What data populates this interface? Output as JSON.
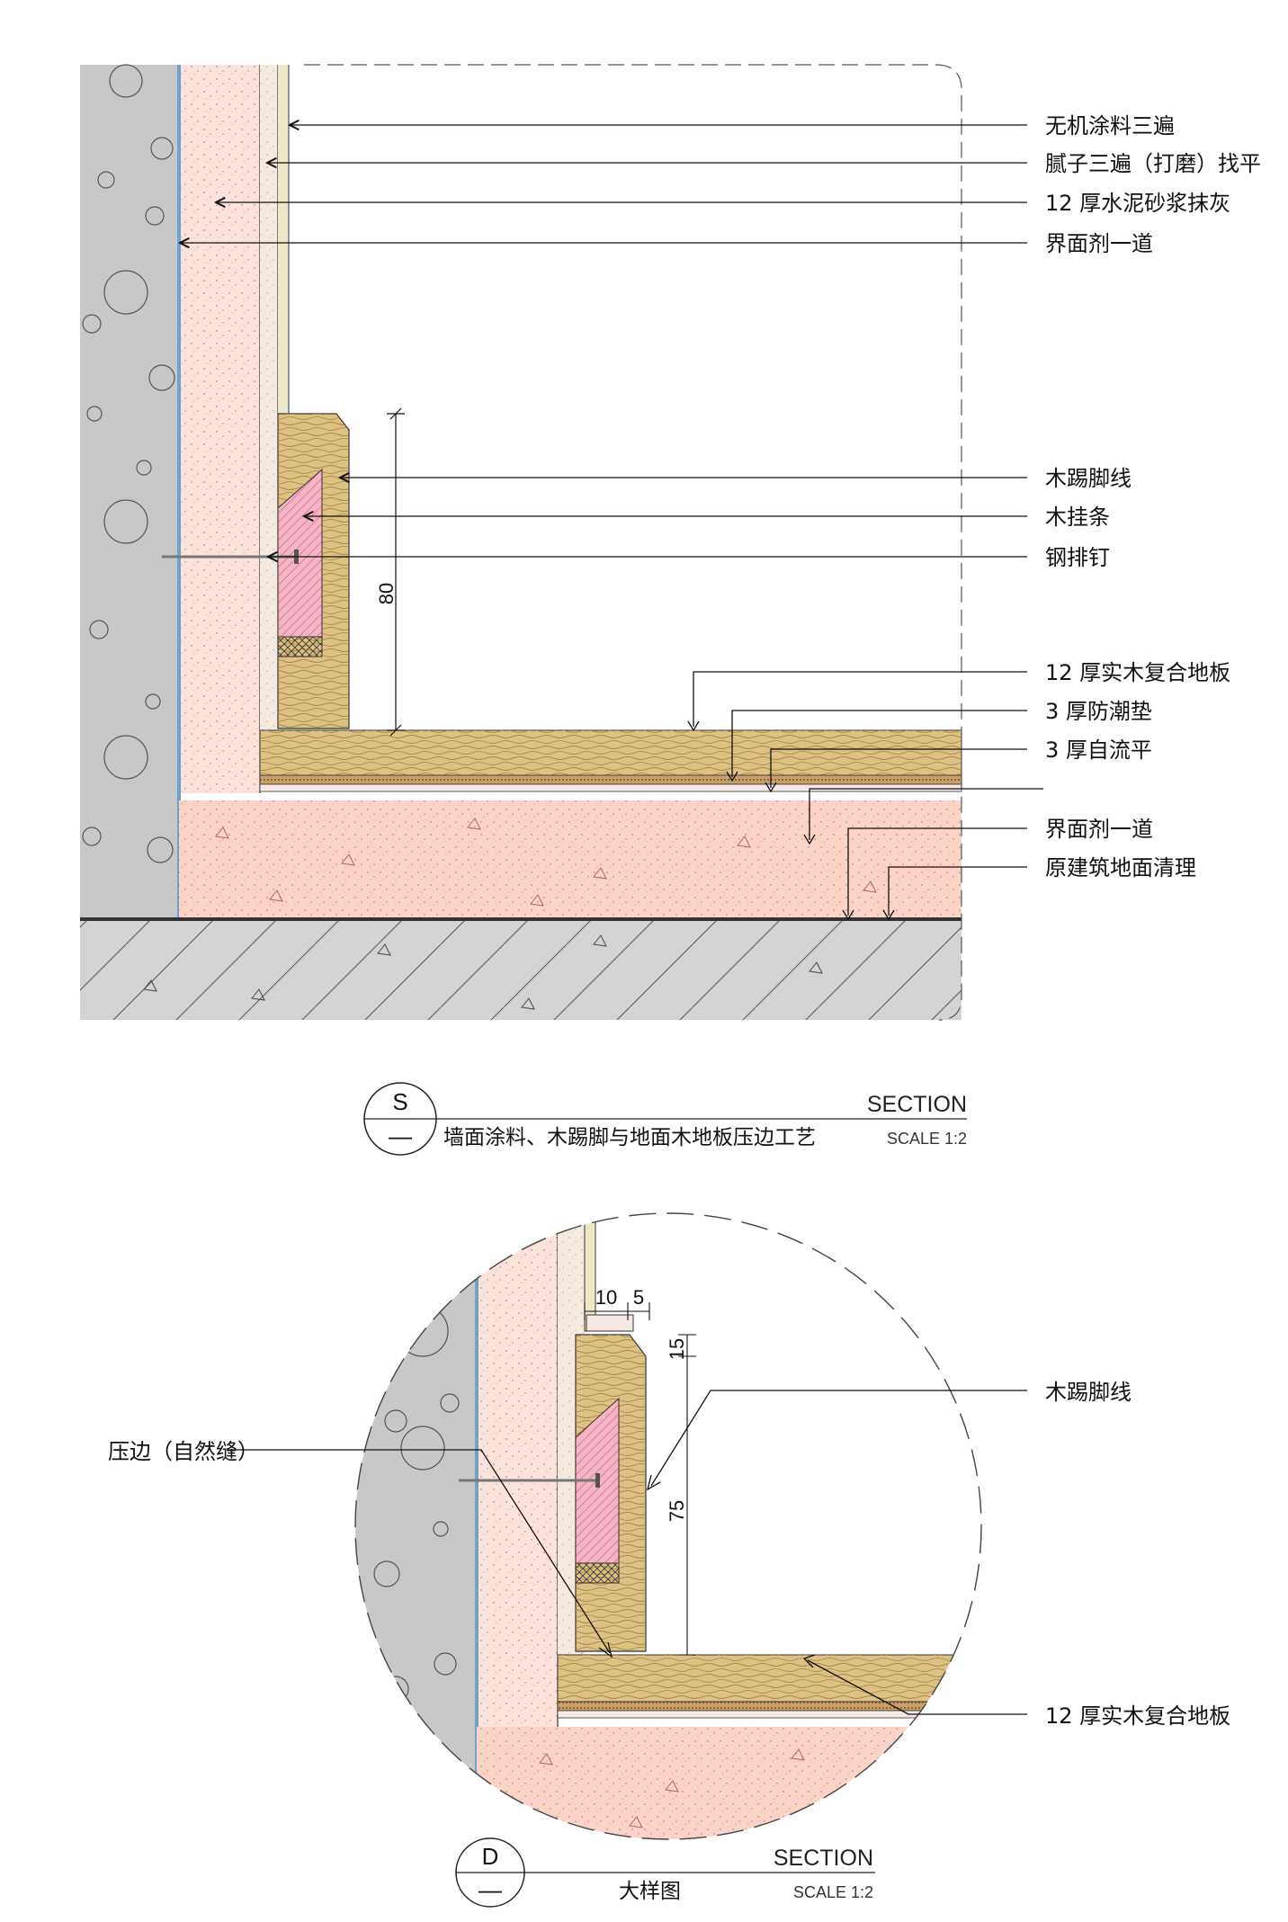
{
  "detail_s": {
    "labels": {
      "paint": "无机涂料三遍",
      "putty": "腻子三遍（打磨）找平",
      "plaster": "12 厚水泥砂浆抹灰",
      "interface_wall": "界面剂一道",
      "skirting": "木踢脚线",
      "wood_strip": "木挂条",
      "steel_nail": "钢排钉",
      "floor_board": "12 厚实木复合地板",
      "moisture_pad": "3 厚防潮垫",
      "self_level": "3 厚自流平",
      "interface_floor": "界面剂一道",
      "base_floor": "原建筑地面清理"
    },
    "dimension_80": "80",
    "title": {
      "symbol": "S",
      "sub": "—",
      "section": "SECTION",
      "name": "墙面涂料、木踢脚与地面木地板压边工艺",
      "scale": "SCALE 1:2"
    }
  },
  "detail_d": {
    "labels": {
      "skirting": "木踢脚线",
      "edge": "压边（自然缝）",
      "floor_board": "12 厚实木复合地板"
    },
    "dims": {
      "d10": "10",
      "d5": "5",
      "d15": "15",
      "d75": "75"
    },
    "title": {
      "symbol": "D",
      "sub": "—",
      "section": "SECTION",
      "name": "大样图",
      "scale": "SCALE 1:2"
    }
  },
  "colors": {
    "concrete": "#c8c8c8",
    "plaster": "#fbe3dc",
    "screed": "#fcd3c6",
    "wood": "#ddc283",
    "strip": "#f4b5c2",
    "slab": "#d3d3d3",
    "interface": "#6fa3c9"
  }
}
